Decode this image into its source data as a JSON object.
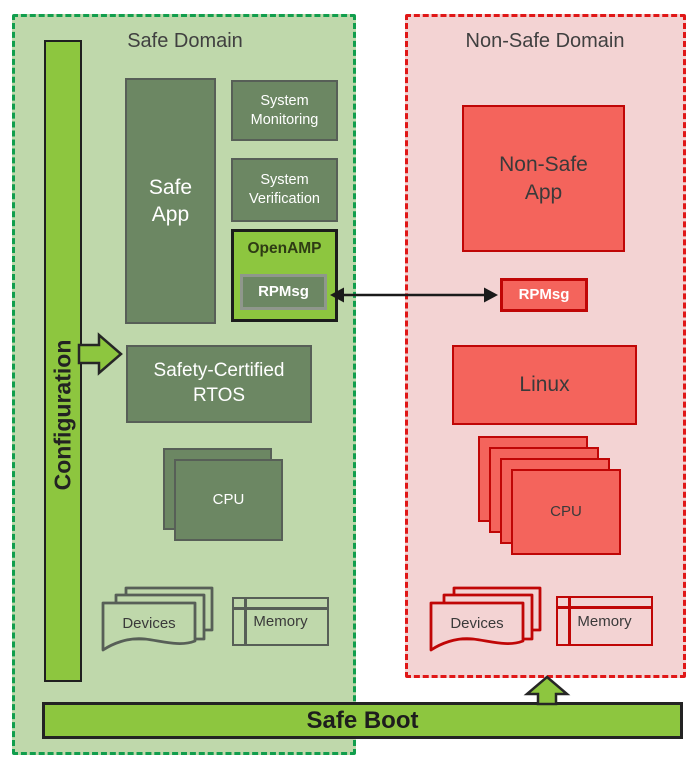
{
  "colors": {
    "safe_bg": "#bfd8ab",
    "safe_border": "#119e4d",
    "box_green": "#6c8763",
    "box_border_gray": "#575f57",
    "bright_green": "#8dc63f",
    "dark_outline": "#1f1f1f",
    "nonsafe_bg": "#f3d3d3",
    "nonsafe_border": "#e01717",
    "box_red": "#f4645c",
    "box_border_red": "#c00606",
    "rpmsg_border_gray": "#8f978c",
    "arrow_black": "#1a1a1a",
    "title_text": "#404040",
    "white_text": "#ffffff",
    "dark_text": "#3a3a3a"
  },
  "safe_domain": {
    "title": "Safe Domain",
    "configuration_label": "Configuration",
    "safe_app": "Safe\nApp",
    "system_monitoring": "System\nMonitoring",
    "system_verification": "System\nVerification",
    "openamp": "OpenAMP",
    "rpmsg": "RPMsg",
    "rtos": "Safety-Certified\nRTOS",
    "cpu": "CPU",
    "devices": "Devices",
    "memory": "Memory"
  },
  "nonsafe_domain": {
    "title": "Non-Safe Domain",
    "nonsafe_app": "Non-Safe\nApp",
    "rpmsg": "RPMsg",
    "linux": "Linux",
    "cpu": "CPU",
    "devices": "Devices",
    "memory": "Memory"
  },
  "safe_boot": {
    "label": "Safe Boot"
  }
}
